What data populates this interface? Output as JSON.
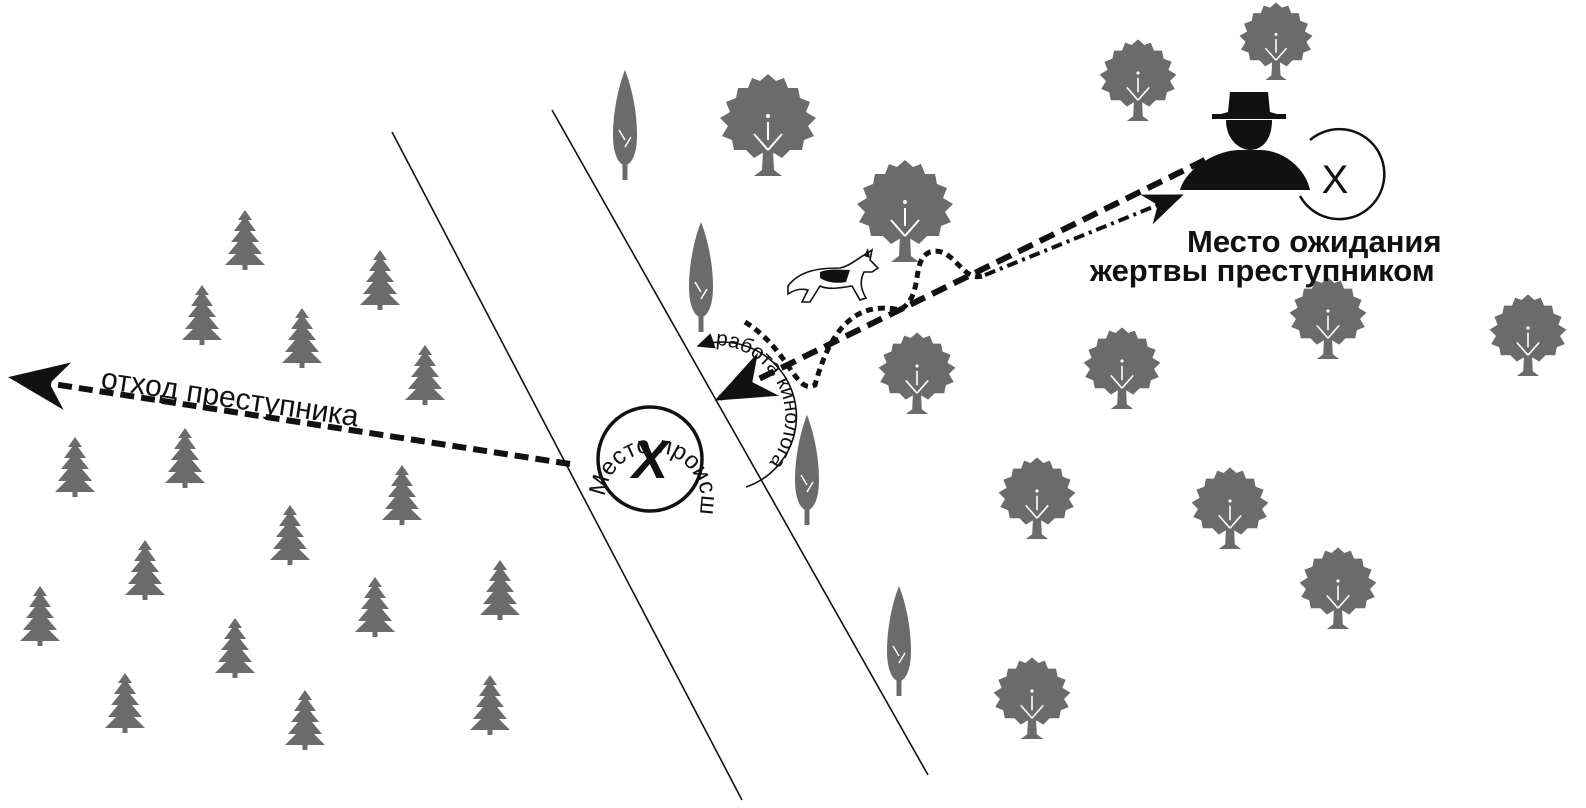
{
  "labels": {
    "retreat": "отход преступника",
    "crime_scene": "Место происшествия",
    "handler_work": "работа кинолога",
    "ambush_line1": "Место ожидания",
    "ambush_line2": "жертвы преступником",
    "crime_mark": "X",
    "ambush_mark": "X"
  },
  "colors": {
    "tree": "#6b6b6b",
    "ink": "#111111",
    "background": "#ffffff"
  },
  "icons": [
    "spruce-tree-icon",
    "cypress-tree-icon",
    "oak-tree-icon",
    "dog-icon",
    "criminal-silhouette-icon"
  ]
}
